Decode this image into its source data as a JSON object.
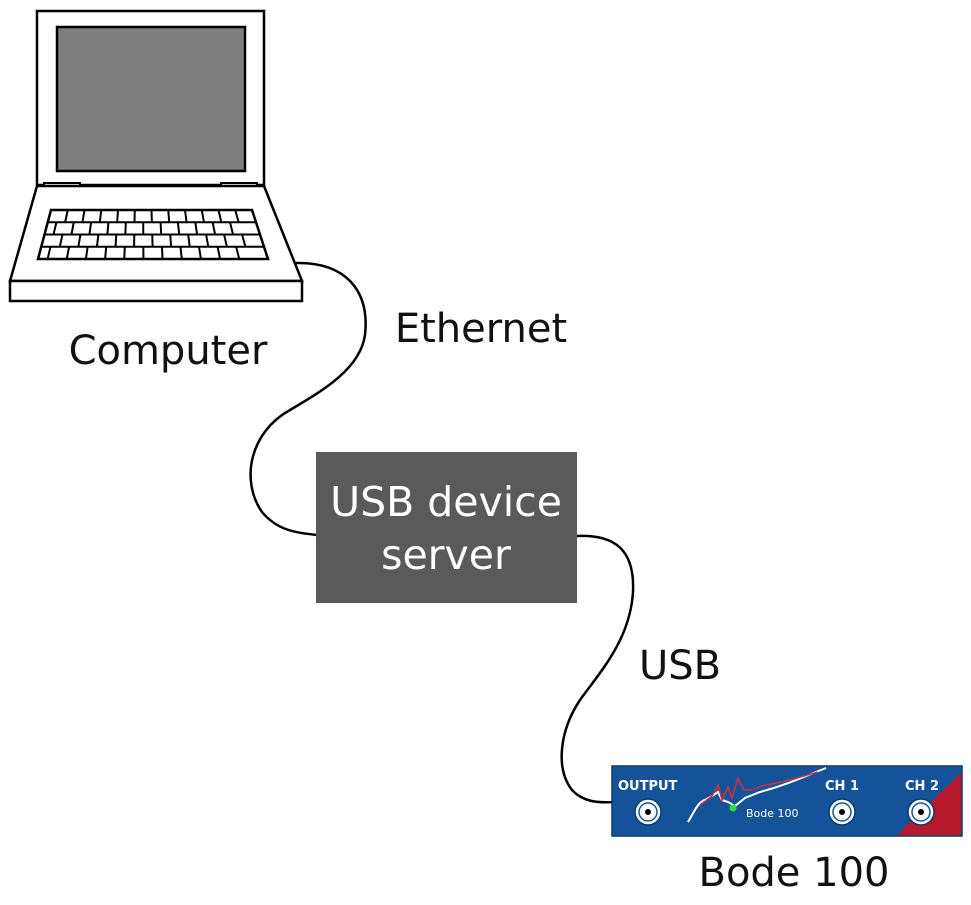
{
  "labels": {
    "computer": "Computer",
    "ethernet": "Ethernet",
    "usb": "USB",
    "bode": "Bode 100"
  },
  "server": {
    "line1": "USB device",
    "line2": "server"
  },
  "device_panel": {
    "output": "OUTPUT",
    "ch1": "CH 1",
    "ch2": "CH 2",
    "model": "Bode 100"
  },
  "colors": {
    "server_fill": "#5a5a5a",
    "screen_fill": "#7f7f7f",
    "panel_blue": "#14539a",
    "panel_red": "#b3192b",
    "led_green": "#33dd33"
  },
  "icons": {
    "computer": "laptop-icon",
    "device": "bode-100-panel-icon"
  }
}
